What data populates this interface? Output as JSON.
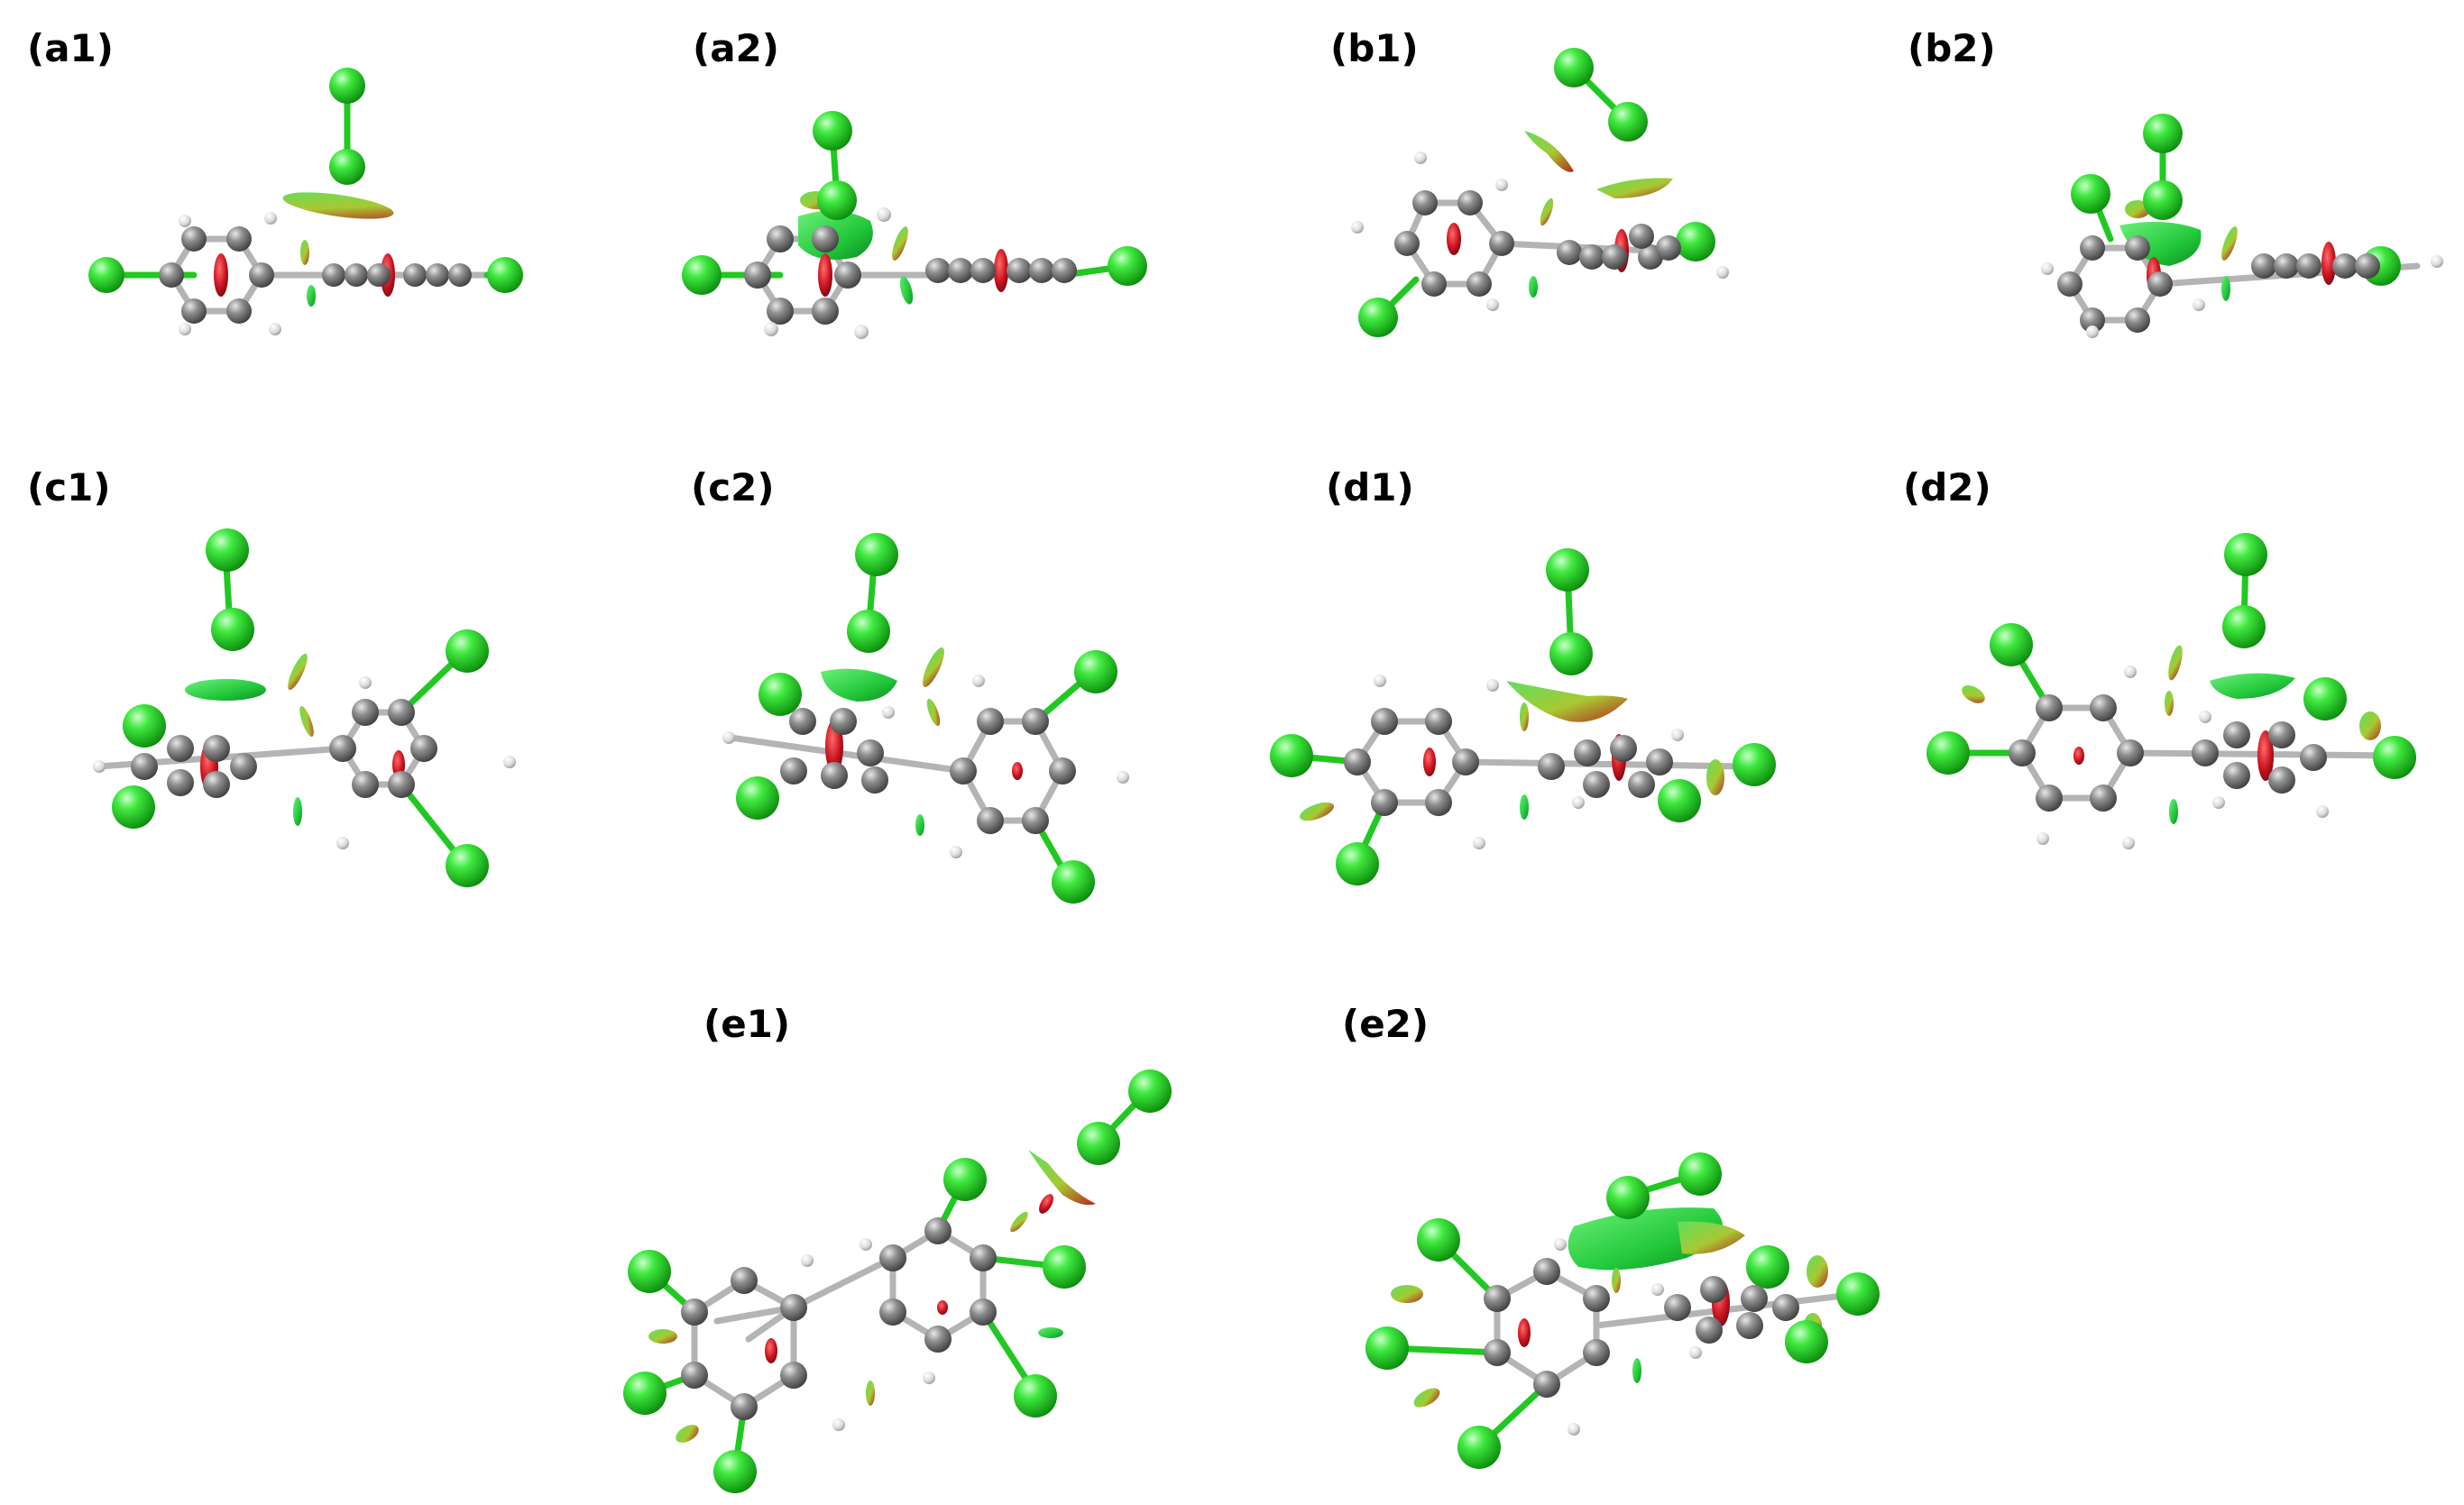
{
  "figure": {
    "panels": [
      {
        "id": "a1",
        "label": "(a1)"
      },
      {
        "id": "a2",
        "label": "(a2)"
      },
      {
        "id": "b1",
        "label": "(b1)"
      },
      {
        "id": "b2",
        "label": "(b2)"
      },
      {
        "id": "c1",
        "label": "(c1)"
      },
      {
        "id": "c2",
        "label": "(c2)"
      },
      {
        "id": "d1",
        "label": "(d1)"
      },
      {
        "id": "d2",
        "label": "(d2)"
      },
      {
        "id": "e1",
        "label": "(e1)"
      },
      {
        "id": "e2",
        "label": "(e2)"
      }
    ]
  },
  "colors": {
    "chlorine": "#1fd21f",
    "carbon": "#8a8a8a",
    "hydrogen": "#e6e6e6",
    "bond_cl": "#22c822",
    "bond_c": "#b0b0b0",
    "isosurface_attractive": "#2bd43a",
    "isosurface_repulsive": "#c8141e",
    "isosurface_mixed": "#9acd32"
  }
}
